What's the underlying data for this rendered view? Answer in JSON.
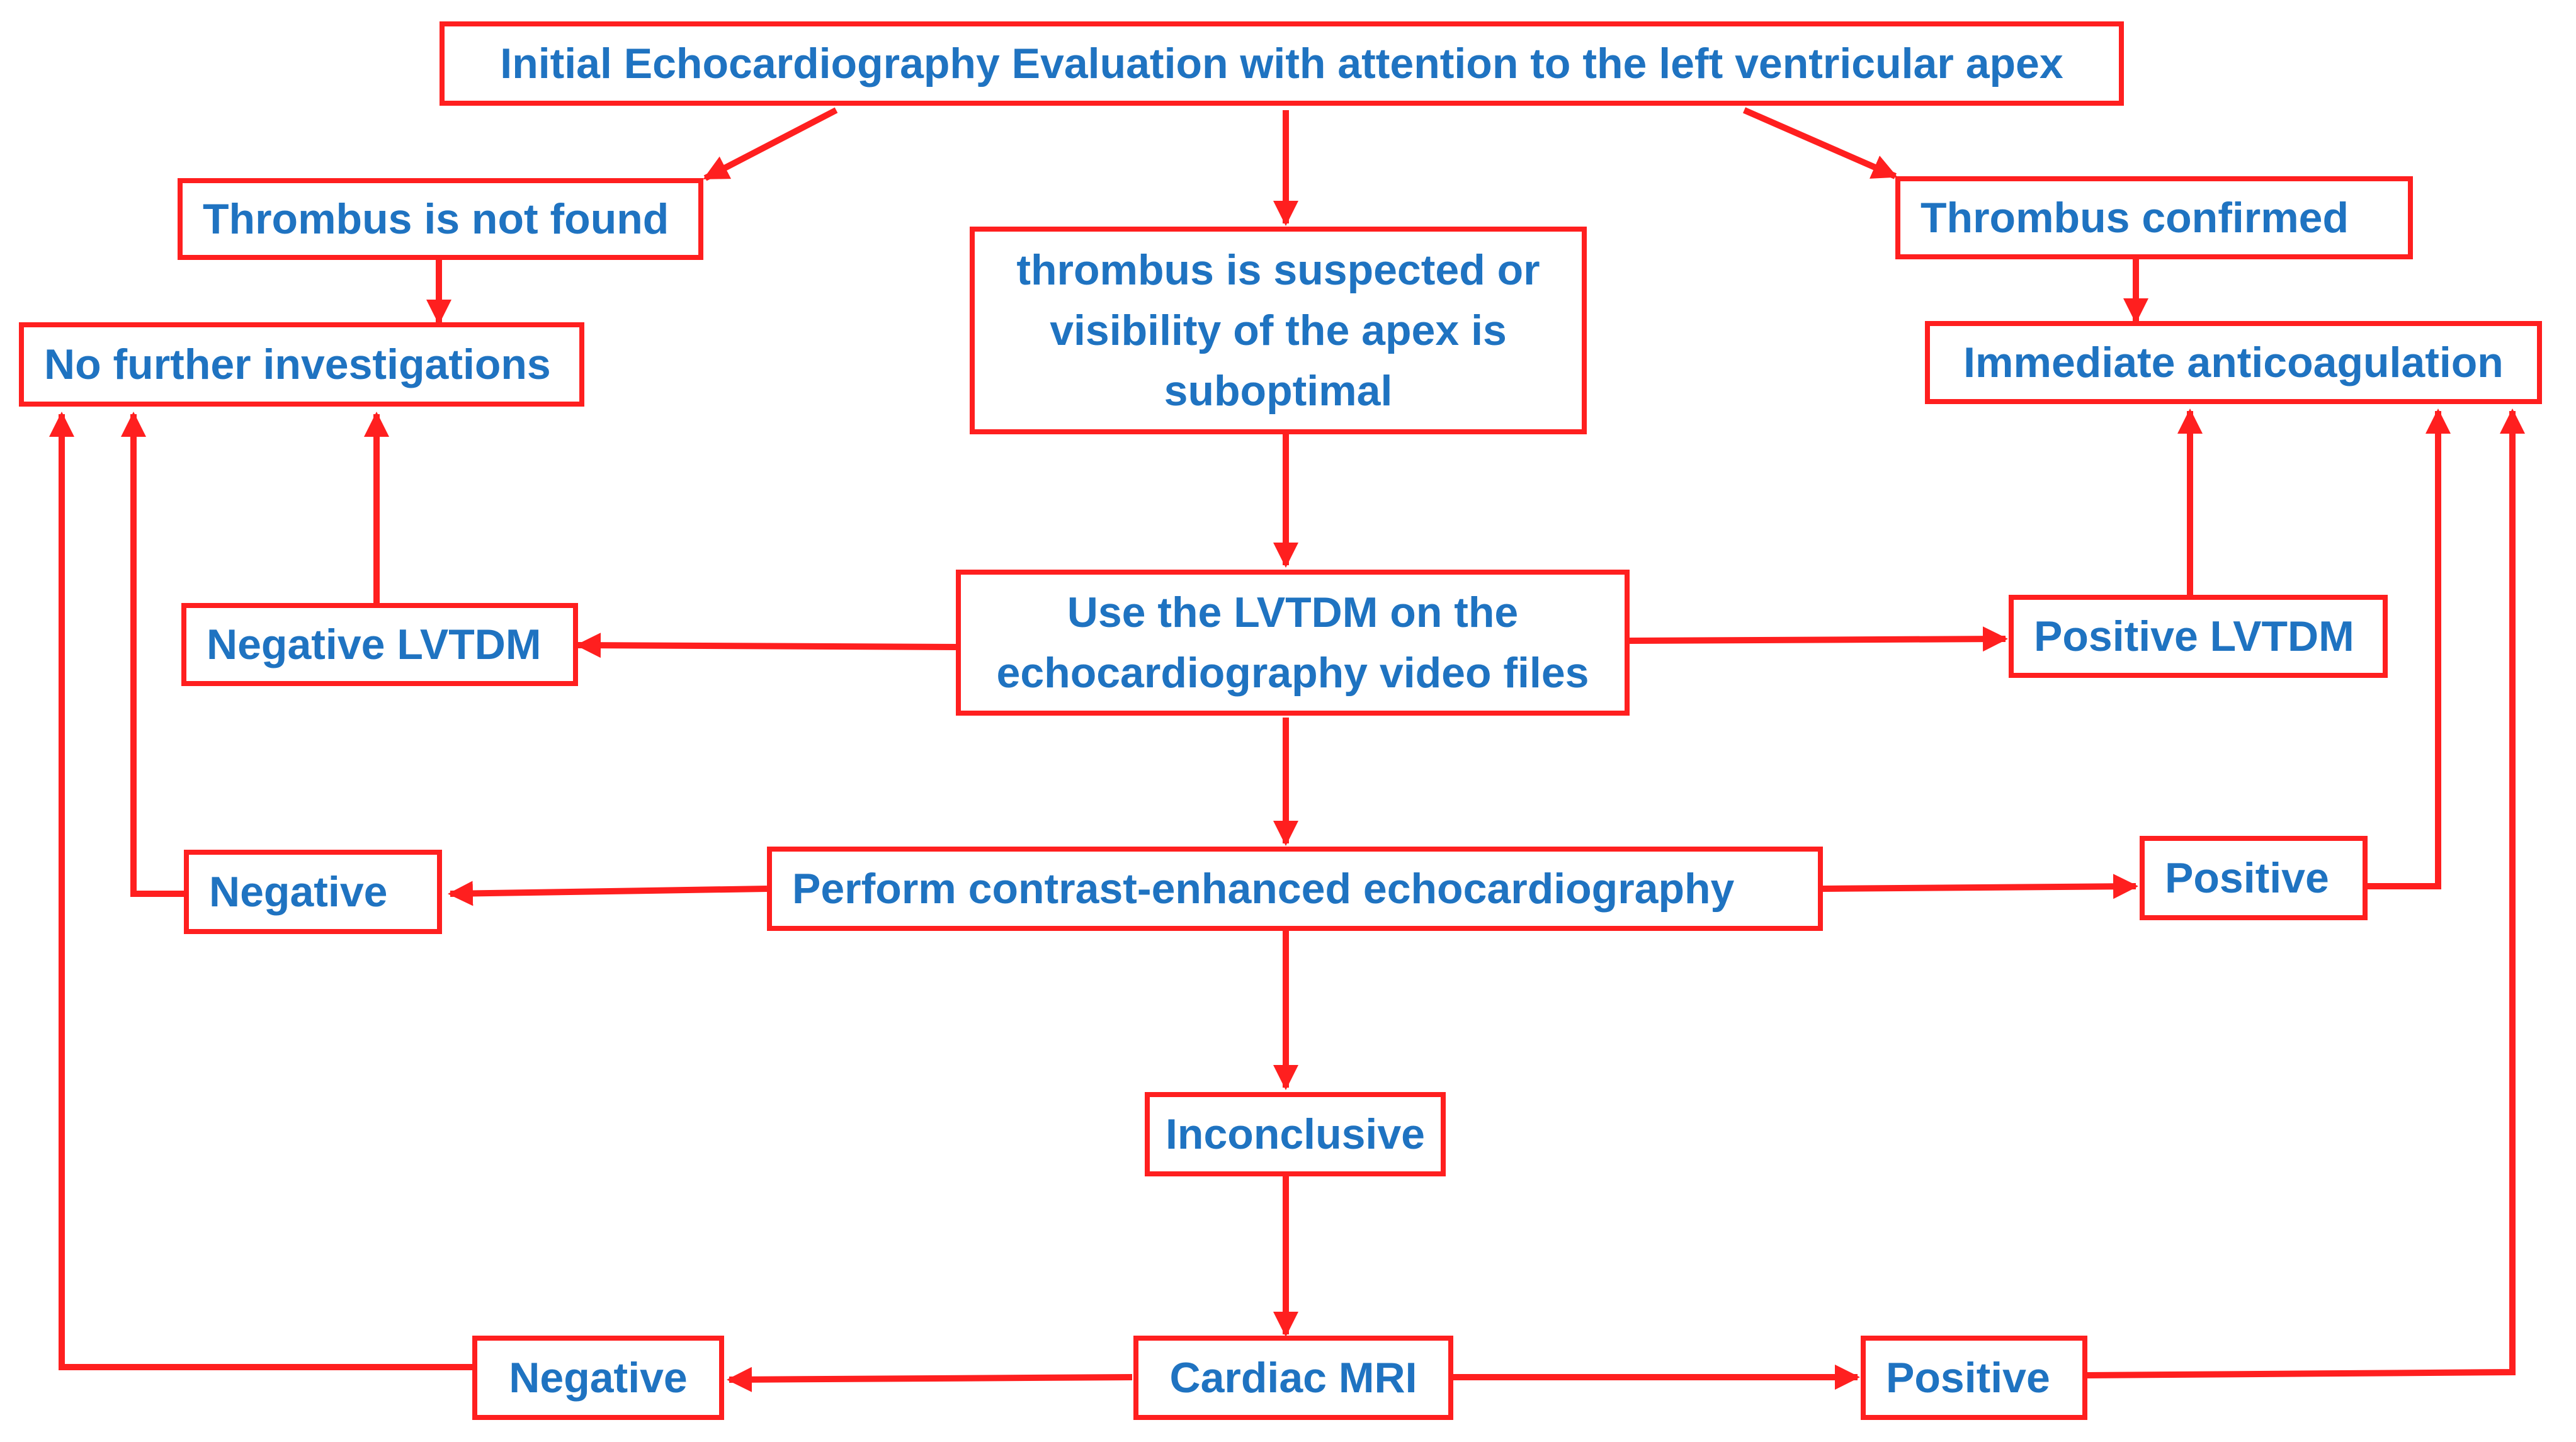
{
  "diagram": {
    "colors": {
      "border": "#ff1f1f",
      "text": "#1f73c1",
      "arrow": "#ff1f1f",
      "background": "#ffffff"
    },
    "nodes": {
      "initial": "Initial Echocardiography Evaluation with attention to the left ventricular apex",
      "not_found": "Thrombus is not found",
      "no_further": "No further investigations",
      "suspected": "thrombus is suspected or\nvisibility of the apex is\nsuboptimal",
      "confirmed": "Thrombus confirmed",
      "anticoag": "Immediate anticoagulation",
      "lvtdm": "Use the LVTDM on the\nechocardiography video files",
      "neg_lvtdm": "Negative LVTDM",
      "pos_lvtdm": "Positive LVTDM",
      "contrast": "Perform contrast-enhanced echocardiography",
      "neg_contrast": "Negative",
      "pos_contrast": "Positive",
      "inconclusive": "Inconclusive",
      "mri": "Cardiac MRI",
      "neg_mri": "Negative",
      "pos_mri": "Positive"
    }
  }
}
